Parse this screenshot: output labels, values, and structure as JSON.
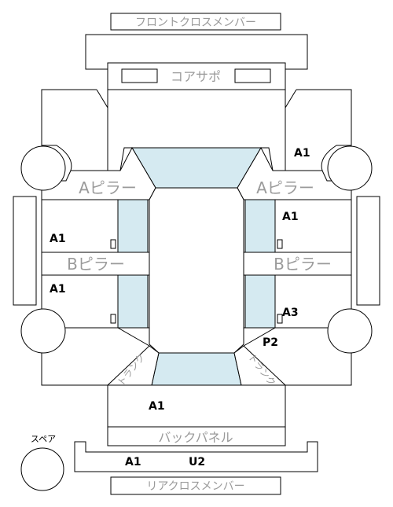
{
  "parts": {
    "front_cross_member": "フロントクロスメンバー",
    "core_support": "コアサポ",
    "a_pillar_left": "Aピラー",
    "a_pillar_right": "Aピラー",
    "b_pillar_left": "Bピラー",
    "b_pillar_right": "Bピラー",
    "back_panel": "バックパネル",
    "rear_cross_member": "リアクロスメンバー",
    "trunk_left": "トランク",
    "trunk_right": "トランク",
    "spare": "スペア"
  },
  "grades": {
    "right_front": "A1",
    "right_front_door": "A1",
    "left_front_door": "A1",
    "left_rear_door": "A1",
    "right_rear_door": "A3",
    "right_rear_quarter": "P2",
    "trunk": "A1",
    "rear_member_left": "A1",
    "rear_member_right": "U2"
  }
}
